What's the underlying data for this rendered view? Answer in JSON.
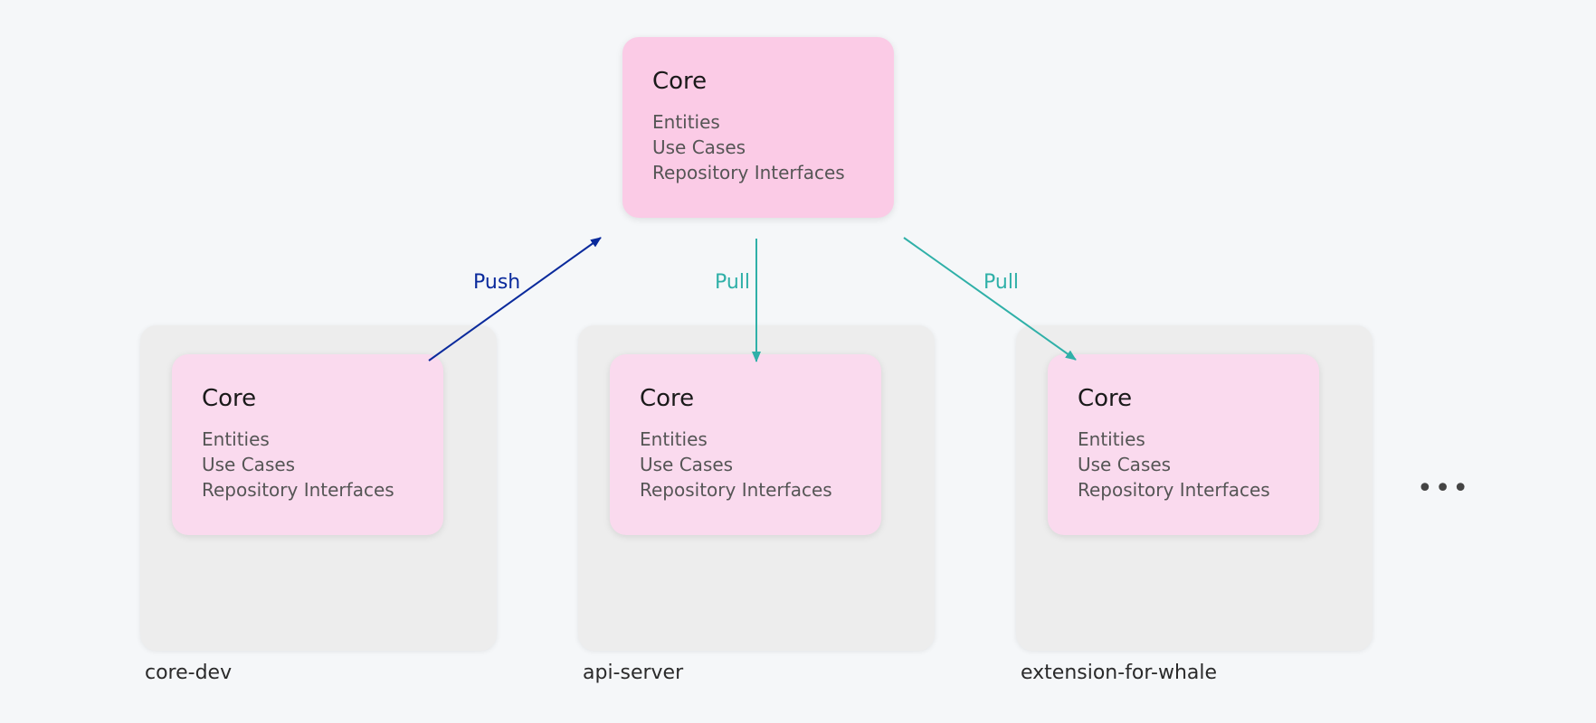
{
  "central_core": {
    "title": "Core",
    "items": [
      "Entities",
      "Use Cases",
      "Repository Interfaces"
    ]
  },
  "repositories": [
    {
      "label": "core-dev",
      "core": {
        "title": "Core",
        "items": [
          "Entities",
          "Use Cases",
          "Repository Interfaces"
        ]
      }
    },
    {
      "label": "api-server",
      "core": {
        "title": "Core",
        "items": [
          "Entities",
          "Use Cases",
          "Repository Interfaces"
        ]
      }
    },
    {
      "label": "extension-for-whale",
      "core": {
        "title": "Core",
        "items": [
          "Entities",
          "Use Cases",
          "Repository Interfaces"
        ]
      }
    }
  ],
  "edges": [
    {
      "label": "Push",
      "from": "core-dev",
      "to": "Core",
      "color": "#0a2a9c"
    },
    {
      "label": "Pull",
      "from": "Core",
      "to": "api-server",
      "color": "#2fb0a8"
    },
    {
      "label": "Pull",
      "from": "Core",
      "to": "extension-for-whale",
      "color": "#2fb0a8"
    }
  ],
  "more_indicator": "•••",
  "colors": {
    "background": "#f5f7f9",
    "repo_panel": "#ededed",
    "central_core": "#fbcbe6",
    "repo_core": "#fadaee",
    "push": "#0a2a9c",
    "pull": "#2fb0a8"
  }
}
